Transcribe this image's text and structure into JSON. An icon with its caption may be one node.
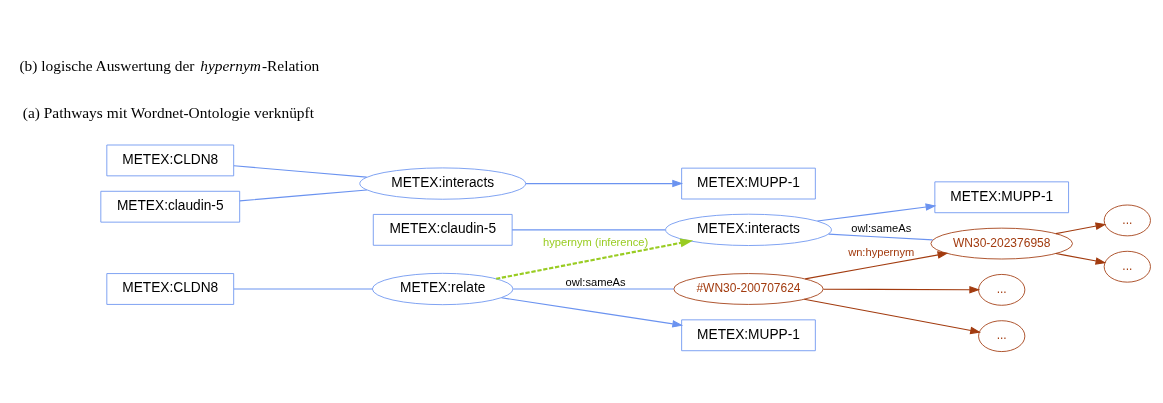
{
  "diagram": {
    "nodes": [
      {
        "text": [
          "METEX:claudin-5"
        ]
      },
      {
        "text": [
          "METEX:interacts"
        ]
      },
      {
        "text": [
          "METEX:MUPP-1"
        ]
      },
      {
        "text": [
          "WN30-202376958"
        ]
      },
      {
        "text": [
          "..."
        ]
      },
      {
        "text": [
          "..."
        ]
      },
      {
        "text": [
          "#WN30-200707624"
        ]
      },
      {
        "text": [
          "..."
        ]
      },
      {
        "text": [
          "..."
        ]
      },
      {
        "text": [
          "METEX:CLDN8"
        ]
      },
      {
        "text": [
          "METEX:relate"
        ]
      },
      {
        "text": [
          "METEX:MUPP-1"
        ]
      },
      {
        "text": [
          "METEX:CLDN8"
        ]
      },
      {
        "text": [
          "METEX:interacts"
        ]
      },
      {
        "text": [
          "METEX:MUPP-1"
        ]
      },
      {
        "text": [
          "METEX:claudin-5"
        ]
      }
    ],
    "edges": [
      {
        "from": 0,
        "to": 1,
        "arrow": "none"
      },
      {
        "from": 1,
        "to": 2,
        "arrow": "to"
      },
      {
        "from": 1,
        "to": 3,
        "arrow": "none",
        "label": "owl:sameAs"
      },
      {
        "from": 3,
        "to": 4,
        "arrow": "to",
        "color": "#a23b0f"
      },
      {
        "from": 3,
        "to": 5,
        "arrow": "to",
        "color": "#a23b0f"
      },
      {
        "from": 6,
        "to": 3,
        "arrow": "to",
        "label": "wn:hypernym",
        "color": "#a23b0f"
      },
      {
        "from": 6,
        "to": 7,
        "arrow": "to",
        "color": "#a23b0f"
      },
      {
        "from": 6,
        "to": 8,
        "arrow": "to",
        "color": "#a23b0f"
      },
      {
        "from": 10,
        "to": 6,
        "arrow": "none",
        "label": "owl:sameAs"
      },
      {
        "from": 9,
        "to": 10,
        "arrow": "none"
      },
      {
        "from": 10,
        "to": 11,
        "arrow": "to"
      },
      {
        "from": 10,
        "to": 1,
        "arrow": "to",
        "label": "hypernym (inference)",
        "style": "dashed",
        "color": "#99cc22"
      },
      {
        "from": 12,
        "to": 13,
        "arrow": "none"
      },
      {
        "from": 15,
        "to": 13,
        "arrow": "none"
      },
      {
        "from": 13,
        "to": 14,
        "arrow": "to"
      }
    ],
    "labels": [
      "(a) Pathways mit Wordnet-Ontologie verknüpft",
      "(b) logische Auswertung der *hypernym*-Relation"
    ]
  }
}
